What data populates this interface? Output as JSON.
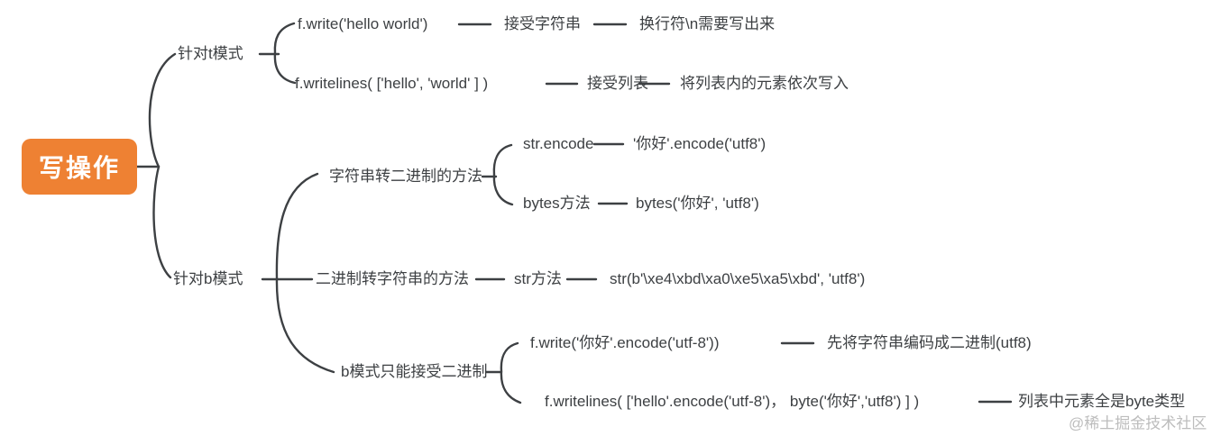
{
  "mindmap": {
    "root": "写操作",
    "branches": {
      "t_mode": {
        "label": "针对t模式",
        "write": {
          "code": "f.write('hello world')",
          "note1": "接受字符串",
          "note2": "换行符\\n需要写出来"
        },
        "writelines": {
          "code": "f.writelines( ['hello', 'world' ] )",
          "note1": "接受列表",
          "note2": "将列表内的元素依次写入"
        }
      },
      "b_mode": {
        "label": "针对b模式",
        "str_to_binary": {
          "label": "字符串转二进制的方法",
          "encode": {
            "method": "str.encode",
            "example": "'你好'.encode('utf8')"
          },
          "bytes": {
            "method": "bytes方法",
            "example": "bytes('你好', 'utf8')"
          }
        },
        "binary_to_str": {
          "label": "二进制转字符串的方法",
          "method": "str方法",
          "example": "str(b'\\xe4\\xbd\\xa0\\xe5\\xa5\\xbd', 'utf8')"
        },
        "binary_only": {
          "label": "b模式只能接受二进制",
          "write": {
            "code": "f.write('你好'.encode('utf-8'))",
            "note": "先将字符串编码成二进制(utf8)"
          },
          "writelines": {
            "code": "f.writelines( ['hello'.encode('utf-8')， byte('你好','utf8') ] )",
            "note": "列表中元素全是byte类型"
          }
        }
      }
    }
  },
  "watermark": "@稀土掘金技术社区",
  "colors": {
    "root_bg": "#ee8133",
    "root_text": "#ffffff",
    "line": "#3d4043",
    "text": "#3d4043",
    "watermark": "#bdbdbd"
  }
}
